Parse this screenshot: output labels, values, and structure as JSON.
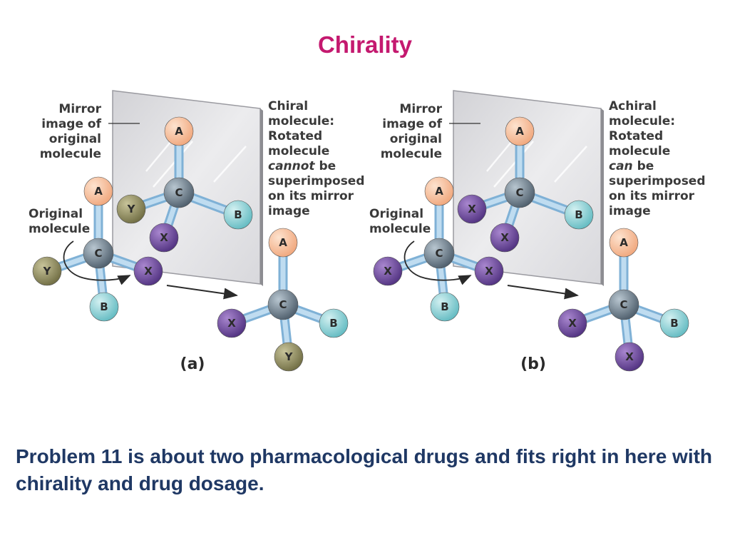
{
  "title": "Chirality",
  "colors": {
    "title": "#c4196f",
    "footer": "#1f3864",
    "atom_A": "#f6b48e",
    "atom_B": "#7fcfd4",
    "atom_C": "#6a7d8c",
    "atom_X": "#6e4a9c",
    "atom_Y": "#8f8b5c",
    "bond": "#a9cfe9",
    "mirror": "#e3e3e5"
  },
  "panels": [
    {
      "id": "a",
      "label": "(a)",
      "mirror_label": [
        "Mirror",
        "image of",
        "original",
        "molecule"
      ],
      "original_label": [
        "Original",
        "molecule"
      ],
      "caption": [
        {
          "text": "Chiral",
          "italic": false
        },
        {
          "text": "molecule:",
          "italic": false
        },
        {
          "text": "Rotated",
          "italic": false
        },
        {
          "text": "molecule",
          "italic": false
        },
        {
          "text": "cannot be",
          "italic_word": "cannot",
          "rest": " be"
        },
        {
          "text": "superimposed",
          "italic": false
        },
        {
          "text": "on its mirror",
          "italic": false
        },
        {
          "text": "image",
          "italic": false
        }
      ],
      "original_atoms": {
        "top": "A",
        "center": "C",
        "left": "Y",
        "right": "X",
        "bottom": "B"
      },
      "mirror_atoms": {
        "top": "A",
        "center": "C",
        "left": "Y",
        "right": "B",
        "bottom": "X"
      },
      "rotated_atoms": {
        "top": "A",
        "center": "C",
        "left": "X",
        "right": "B",
        "bottom": "Y"
      }
    },
    {
      "id": "b",
      "label": "(b)",
      "mirror_label": [
        "Mirror",
        "image of",
        "original",
        "molecule"
      ],
      "original_label": [
        "Original",
        "molecule"
      ],
      "caption": [
        {
          "text": "Achiral",
          "italic": false
        },
        {
          "text": "molecule:",
          "italic": false
        },
        {
          "text": "Rotated",
          "italic": false
        },
        {
          "text": "molecule",
          "italic": false
        },
        {
          "text": "can be",
          "italic_word": "can",
          "rest": " be"
        },
        {
          "text": "superimposed",
          "italic": false
        },
        {
          "text": "on its mirror",
          "italic": false
        },
        {
          "text": "image",
          "italic": false
        }
      ],
      "original_atoms": {
        "top": "A",
        "center": "C",
        "left": "X",
        "right": "X",
        "bottom": "B"
      },
      "mirror_atoms": {
        "top": "A",
        "center": "C",
        "left": "X",
        "right": "B",
        "bottom": "X"
      },
      "rotated_atoms": {
        "top": "A",
        "center": "C",
        "left": "X",
        "right": "B",
        "bottom": "X"
      }
    }
  ],
  "footer": "Problem 11 is about two pharmacological drugs and fits right in here with chirality and drug dosage."
}
